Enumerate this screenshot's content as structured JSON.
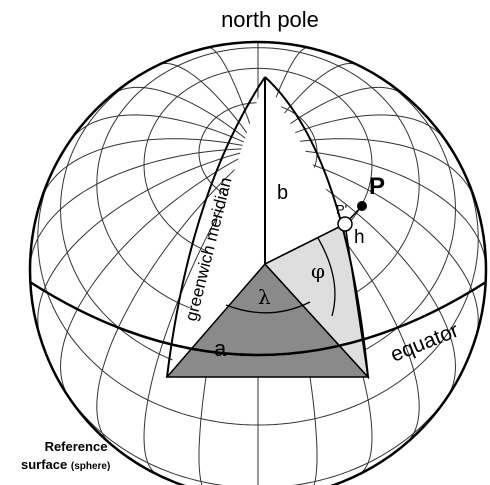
{
  "labels": {
    "north_pole": "north pole",
    "meridian": "greenwich meridian",
    "equator": "equator",
    "b": "b",
    "a": "a",
    "lambda": "λ",
    "phi": "φ",
    "P": "P",
    "P_prime": "P'",
    "h": "h",
    "reference_line1": "Reference",
    "reference_line2": "surface",
    "reference_line2_small": "(sphere)"
  },
  "colors": {
    "grid": "#333333",
    "dark_sector": "#8a8a8a",
    "light_sector": "#dedede",
    "outline": "#000000"
  }
}
